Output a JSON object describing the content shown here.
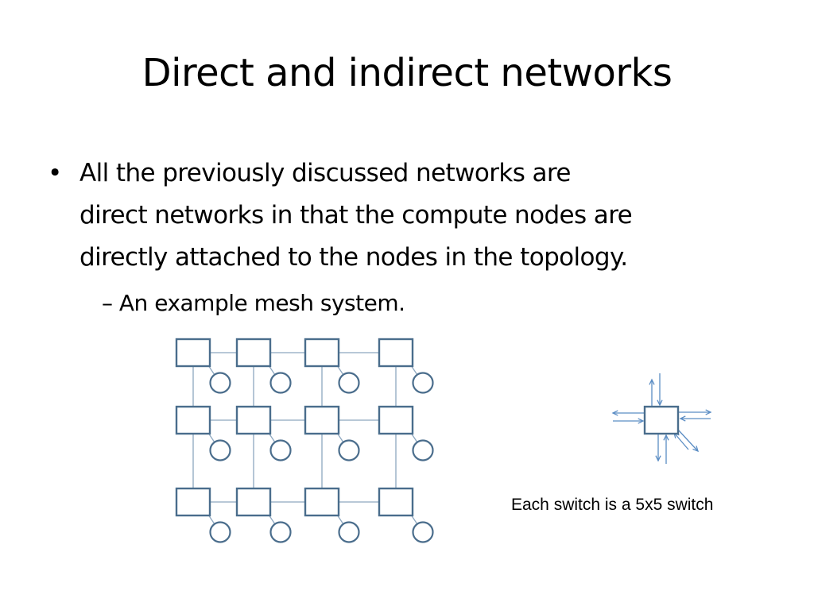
{
  "slide": {
    "title": "Direct and indirect networks",
    "bullet_symbol": "•",
    "bullet_lines": [
      "All the previously discussed networks are",
      "direct networks in that the compute nodes are",
      "directly attached to the nodes in the topology."
    ],
    "sub_dash": "–",
    "sub_bullet": "An example mesh system.",
    "caption": "Each switch is a 5x5 switch"
  },
  "diagram": {
    "mesh": {
      "rows": 3,
      "cols": 4,
      "node_shape": "square-switch",
      "compute_shape": "circle-node"
    },
    "colors": {
      "box_stroke": "#4a6d8c",
      "link_stroke": "#8da7bf",
      "arrow_stroke": "#5b8dc4"
    }
  }
}
